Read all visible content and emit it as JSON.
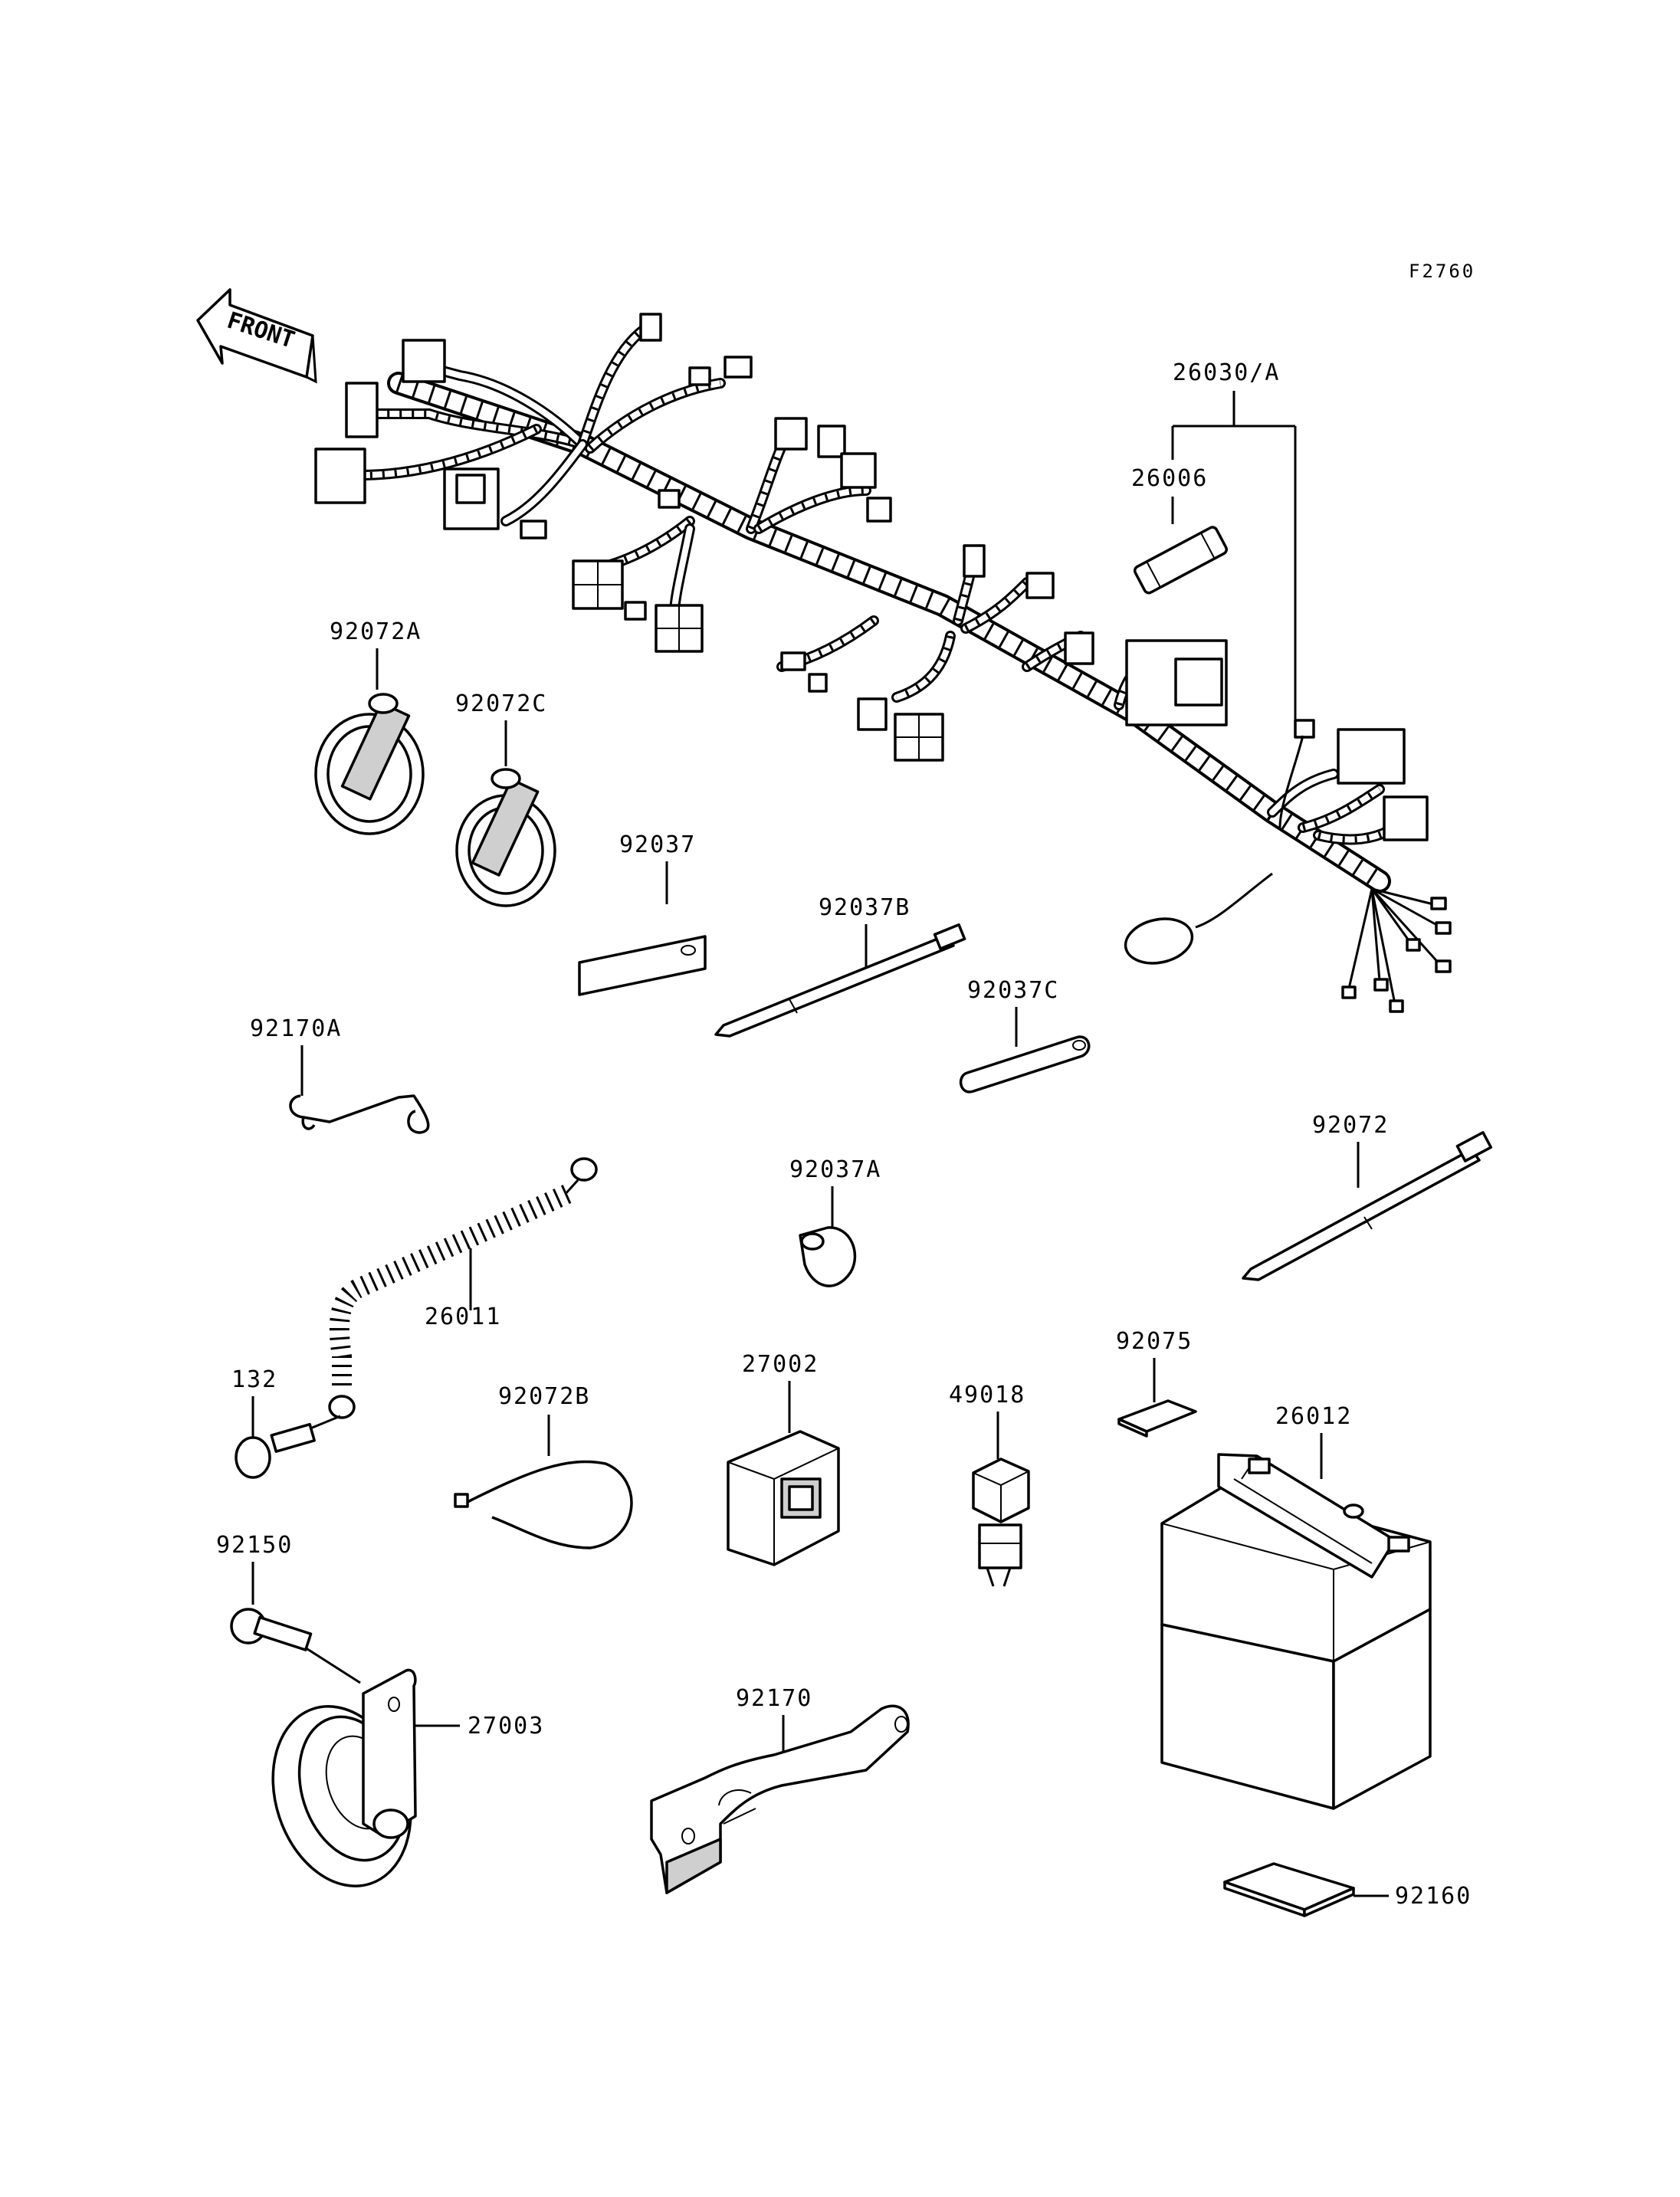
{
  "figure_code": "F2760",
  "front_label": "FRONT",
  "labels": {
    "harness_assy": "26030/A",
    "fuse": "26006",
    "clamp_a": "92072A",
    "clamp_c": "92072C",
    "strap": "92037",
    "band_b": "92037B",
    "band_c": "92037C",
    "spring": "92170A",
    "band_92072": "92072",
    "clamp_92037a": "92037A",
    "ground_lead": "26011",
    "bolt_132": "132",
    "band_92072b": "92072B",
    "flasher_relay": "27002",
    "relay_49018": "49018",
    "pad_92075": "92075",
    "battery": "26012",
    "bolt_92150": "92150",
    "horn": "27003",
    "bracket_92170": "92170",
    "pad_92160": "92160"
  }
}
